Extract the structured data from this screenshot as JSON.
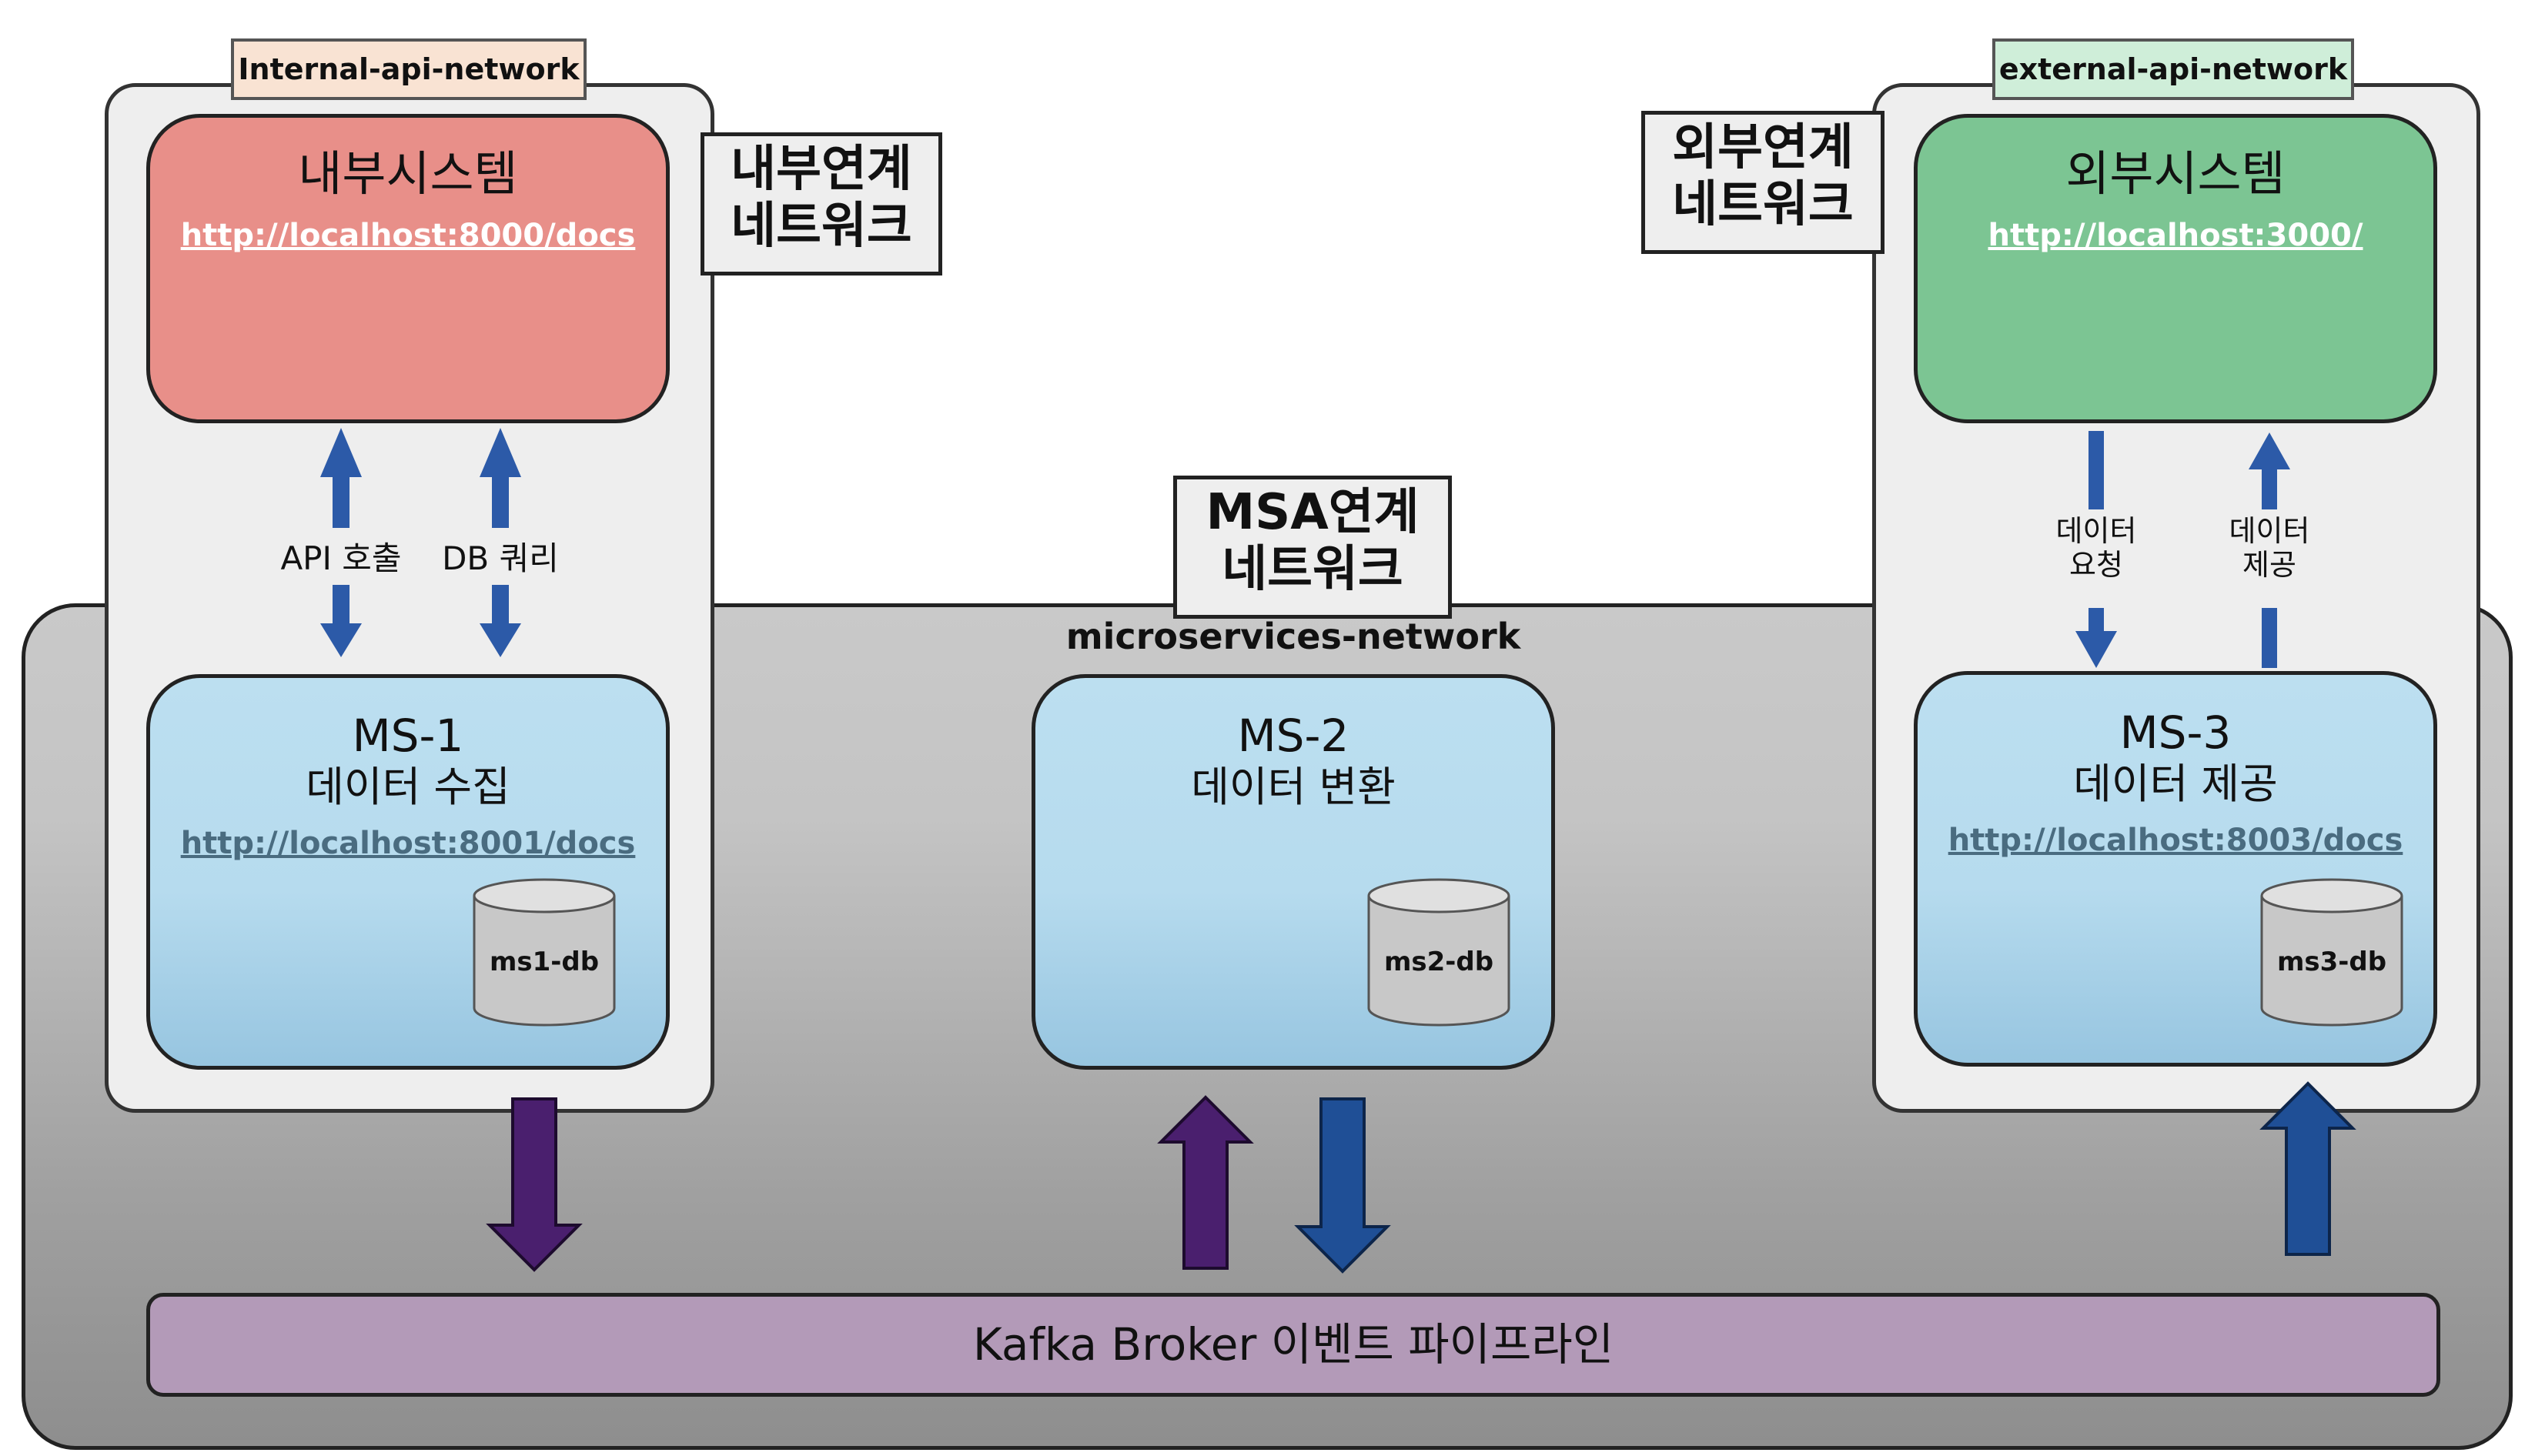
{
  "networks": {
    "internal_tag": "Internal-api-network",
    "external_tag": "external-api-network",
    "internal_label": [
      "내부연계",
      "네트워크"
    ],
    "external_label": [
      "외부연계",
      "네트워크"
    ],
    "msa_label": [
      "MSA연계",
      "네트워크"
    ],
    "microservices": "microservices-network"
  },
  "internal_system": {
    "title": "내부시스템",
    "url": "http://localhost:8000/docs",
    "color": "#e88f89"
  },
  "external_system": {
    "title": "외부시스템",
    "url": "http://localhost:3000/",
    "color": "#7cc593"
  },
  "ms1": {
    "name": "MS-1",
    "desc": "데이터 수집",
    "url": "http://localhost:8001/docs",
    "db": "ms1-db"
  },
  "ms2": {
    "name": "MS-2",
    "desc": "데이터 변환",
    "db": "ms2-db"
  },
  "ms3": {
    "name": "MS-3",
    "desc": "데이터 제공",
    "url": "http://localhost:8003/docs",
    "db": "ms3-db"
  },
  "arrows": {
    "api_call": "API 호출",
    "db_query": "DB 쿼리",
    "data_request": [
      "데이터",
      "요청"
    ],
    "data_provide": [
      "데이터",
      "제공"
    ]
  },
  "kafka": {
    "label": "Kafka Broker 이벤트 파이프라인",
    "color": "#b39ab8"
  },
  "colors": {
    "ms_box": "#bcdff0",
    "arrow_blue": "#2c5aa8",
    "arrow_purple": "#4a1f6e",
    "arrow_navy": "#1f4f96"
  }
}
